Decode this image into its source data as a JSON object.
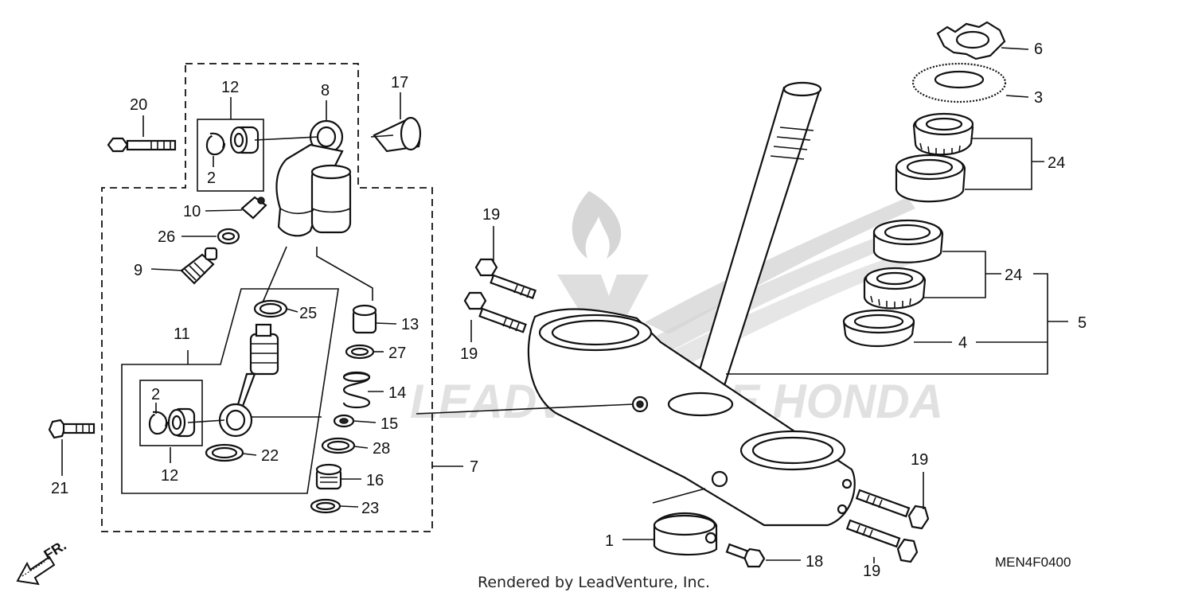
{
  "footer": {
    "credit": "Rendered by LeadVenture, Inc."
  },
  "diagram_code": "MEN4F0400",
  "direction_label": "FR.",
  "watermark": {
    "text": "LEADVENTURE HONDA"
  },
  "callouts": {
    "c1": "1",
    "c2a": "2",
    "c2b": "2",
    "c3": "3",
    "c4": "4",
    "c5": "5",
    "c6": "6",
    "c7": "7",
    "c8": "8",
    "c9": "9",
    "c10": "10",
    "c11": "11",
    "c12a": "12",
    "c12b": "12",
    "c13": "13",
    "c14": "14",
    "c15": "15",
    "c16": "16",
    "c17": "17",
    "c18": "18",
    "c19a": "19",
    "c19b": "19",
    "c19c": "19",
    "c19d": "19",
    "c20": "20",
    "c21": "21",
    "c22": "22",
    "c23": "23",
    "c24a": "24",
    "c24b": "24",
    "c25": "25",
    "c26": "26",
    "c27": "27",
    "c28": "28"
  },
  "colors": {
    "ink": "#111111",
    "watermark": "#d6d6d6",
    "background": "#ffffff"
  }
}
